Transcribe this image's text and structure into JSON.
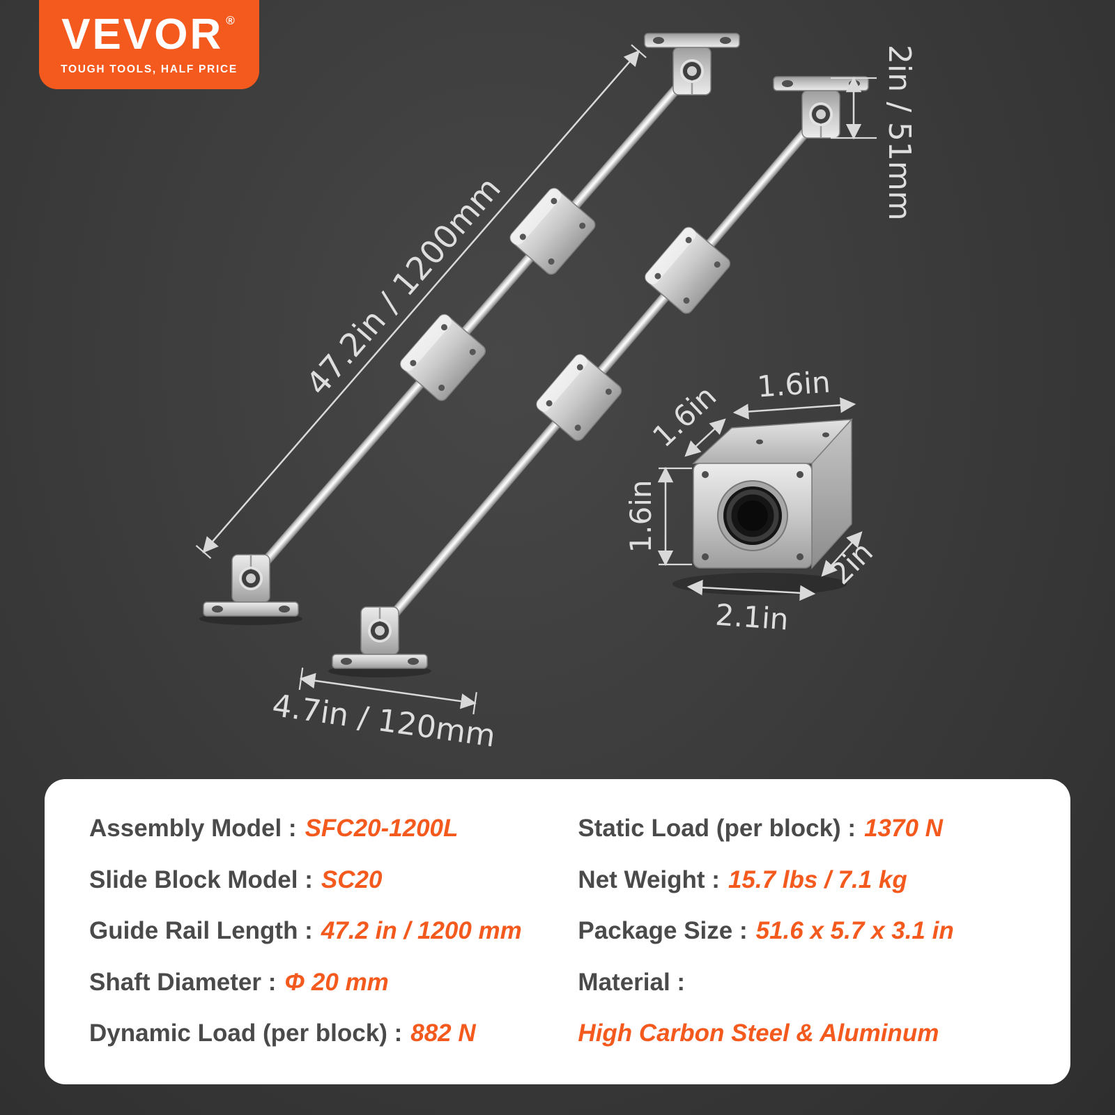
{
  "brand": {
    "name": "VEVOR",
    "registered": "®",
    "tagline": "TOUGH TOOLS, HALF PRICE"
  },
  "colors": {
    "accent": "#F4591D",
    "background": "#3B3B3B",
    "card": "#FFFFFF",
    "label_text": "#4A4A4A",
    "dimension_text": "#DEDEDE"
  },
  "dimensions": {
    "bracket_height": "2in / 51mm",
    "rail_length": "47.2in / 1200mm",
    "bracket_base_width": "4.7in / 120mm",
    "block_width_top": "1.6in",
    "block_depth_upper": "1.6in",
    "block_height": "1.6in",
    "block_length_bottom": "2.1in",
    "block_depth_bottom": "2in"
  },
  "specs": {
    "left": [
      {
        "label": "Assembly Model :",
        "value": "SFC20-1200L"
      },
      {
        "label": "Slide Block Model :",
        "value": "SC20"
      },
      {
        "label": "Guide Rail Length :",
        "value": "47.2 in / 1200 mm"
      },
      {
        "label": "Shaft Diameter :",
        "value": "Φ 20 mm"
      },
      {
        "label": "Dynamic Load (per block) :",
        "value": "882 N"
      }
    ],
    "right": [
      {
        "label": "Static Load (per block) :",
        "value": "1370 N"
      },
      {
        "label": "Net Weight :",
        "value": "15.7 lbs / 7.1 kg"
      },
      {
        "label": "Package Size :",
        "value": "51.6 x 5.7 x 3.1 in"
      },
      {
        "label": "Material :",
        "value": ""
      },
      {
        "label": "",
        "value": "High Carbon Steel & Aluminum"
      }
    ]
  }
}
